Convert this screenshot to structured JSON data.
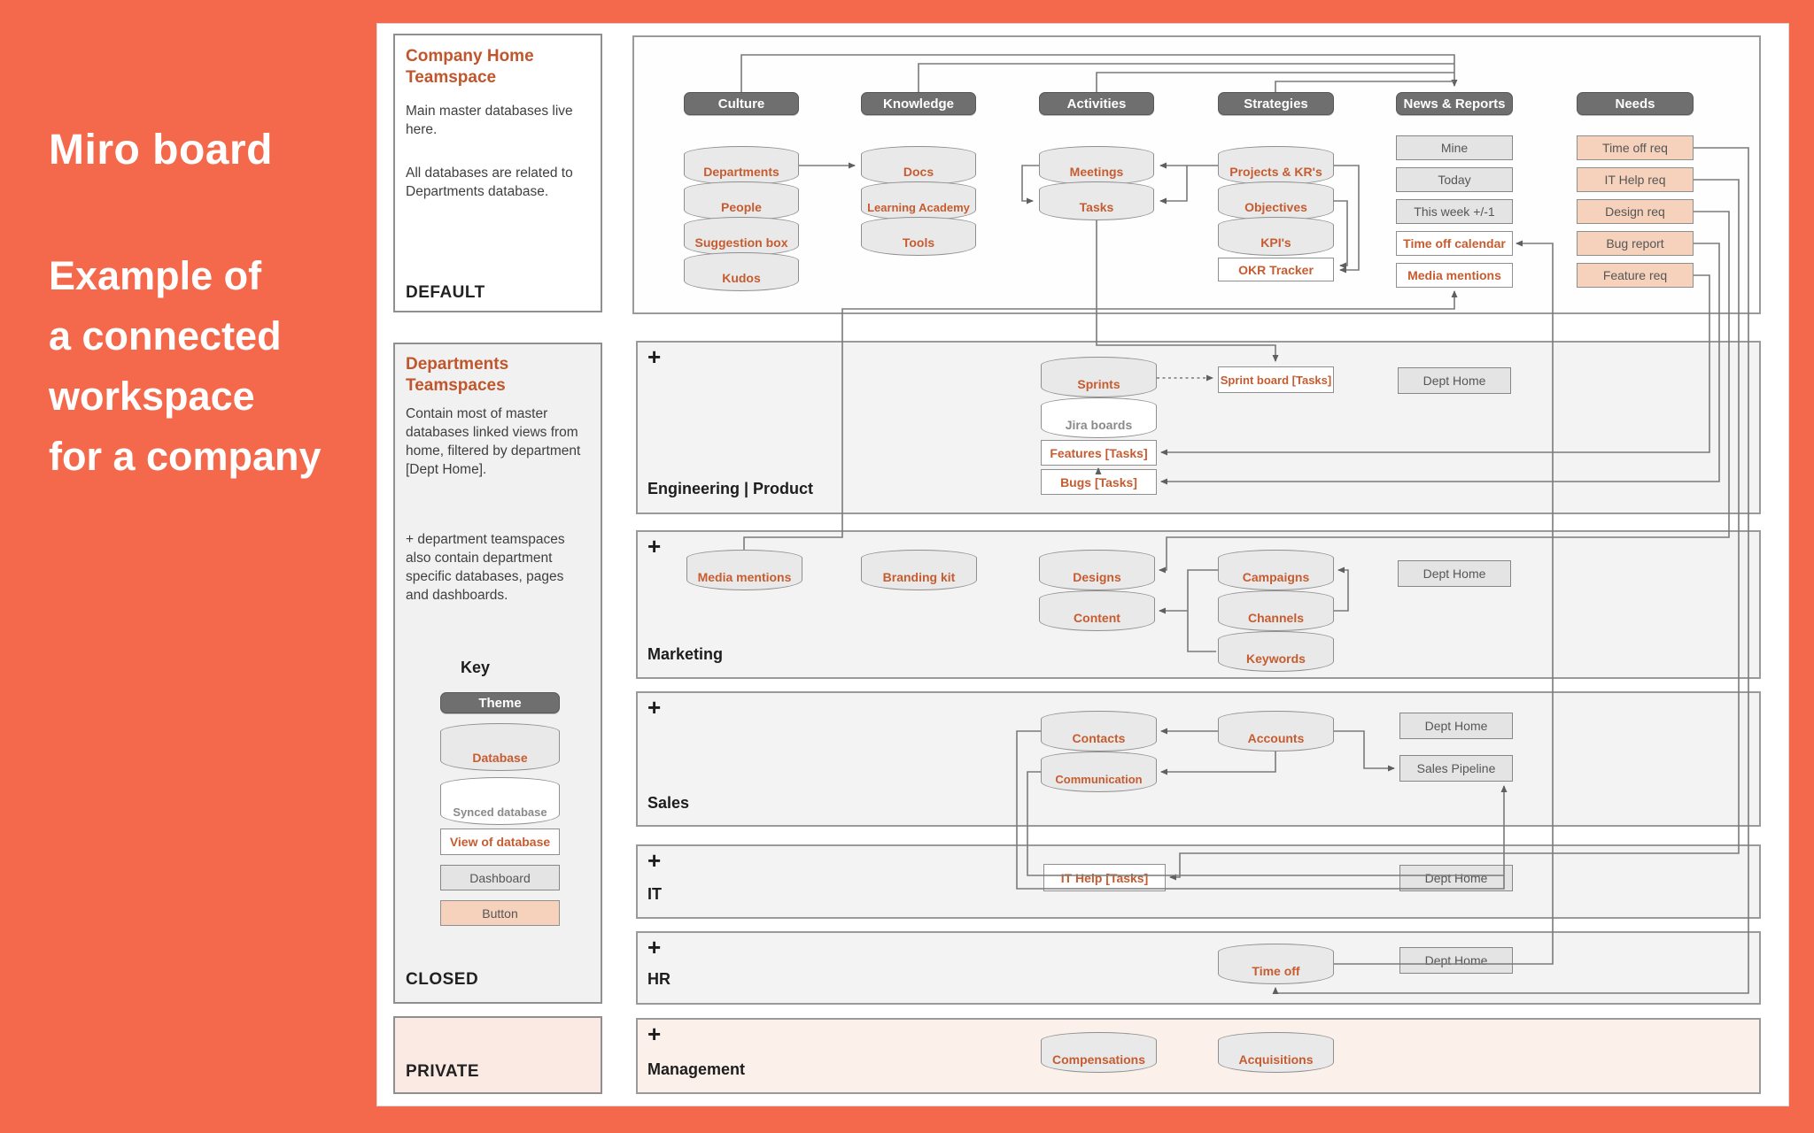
{
  "colors": {
    "background": "#f4694c",
    "accent_text": "#c65c30",
    "theme_pill": "#6f6f6f",
    "row_fill": "#f3f3f3",
    "management_fill": "#fbf0ea",
    "button_fill": "#f6d1bc"
  },
  "sidebar": {
    "title": "Miro board",
    "lines": [
      "Example of",
      "a connected",
      "workspace",
      "for a company"
    ]
  },
  "company_home": {
    "title": "Company Home Teamspace",
    "body1": "Main master databases live here.",
    "body2": "All databases are related to Departments database.",
    "footer": "DEFAULT"
  },
  "departments_panel": {
    "title": "Departments Teamspaces",
    "body1": "Contain most of master databases linked views from home, filtered by department [Dept Home].",
    "body2": "+ department teamspaces also contain department specific databases, pages and dashboards.",
    "key": {
      "title": "Key",
      "theme": "Theme",
      "database": "Database",
      "synced": "Synced database",
      "view": "View of database",
      "dashboard": "Dashboard",
      "button": "Button"
    },
    "footer": "CLOSED"
  },
  "private_panel": {
    "footer": "PRIVATE"
  },
  "top": {
    "headers": [
      "Culture",
      "Knowledge",
      "Activities",
      "Strategies",
      "News & Reports",
      "Needs"
    ],
    "culture": [
      "Departments",
      "People",
      "Suggestion box",
      "Kudos"
    ],
    "knowledge": [
      "Docs",
      "Learning Academy",
      "Tools"
    ],
    "activities": [
      "Meetings",
      "Tasks"
    ],
    "strategies": [
      "Projects & KR's",
      "Objectives",
      "KPI's"
    ],
    "strategies_view": "OKR Tracker",
    "news_dashboards": [
      "Mine",
      "Today",
      "This week +/-1"
    ],
    "news_views": [
      "Time off calendar",
      "Media mentions"
    ],
    "needs": [
      "Time off req",
      "IT Help req",
      "Design req",
      "Bug report",
      "Feature req"
    ]
  },
  "rows": {
    "plus": "+",
    "dept_home": "Dept Home",
    "engineering": {
      "label": "Engineering | Product",
      "db": "Sprints",
      "synced": "Jira boards",
      "views": [
        "Features [Tasks]",
        "Bugs [Tasks]",
        "Sprint board [Tasks]"
      ]
    },
    "marketing": {
      "label": "Marketing",
      "dbs": [
        "Media mentions",
        "Branding kit",
        "Designs",
        "Content",
        "Campaigns",
        "Channels",
        "Keywords"
      ]
    },
    "sales": {
      "label": "Sales",
      "dbs": [
        "Contacts",
        "Communication",
        "Accounts"
      ],
      "pipeline": "Sales Pipeline"
    },
    "it": {
      "label": "IT",
      "view": "IT Help [Tasks]"
    },
    "hr": {
      "label": "HR",
      "db": "Time off"
    },
    "management": {
      "label": "Management",
      "dbs": [
        "Compensations",
        "Acquisitions"
      ]
    }
  }
}
